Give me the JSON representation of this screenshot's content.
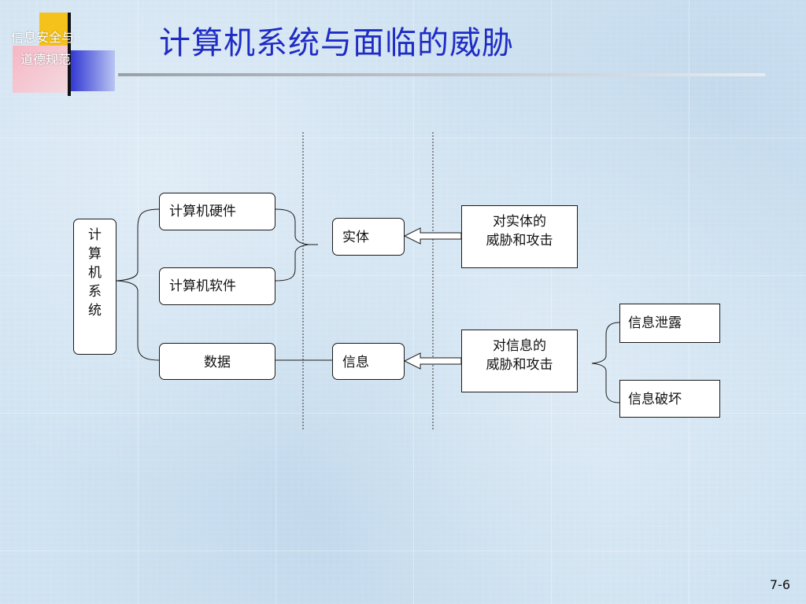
{
  "logo": {
    "line1": "信息安全与",
    "line2": "道德规范"
  },
  "title": "计算机系统与面临的威胁",
  "diagram": {
    "computer_system": "计\n算\n机\n系\n统",
    "hardware": "计算机硬件",
    "software": "计算机软件",
    "data": "数据",
    "entity": "实体",
    "information": "信息",
    "entity_threat": "对实体的\n威胁和攻击",
    "info_threat": "对信息的\n威胁和攻击",
    "info_leak": "信息泄露",
    "info_damage": "信息破坏"
  },
  "page_number": "7-6"
}
